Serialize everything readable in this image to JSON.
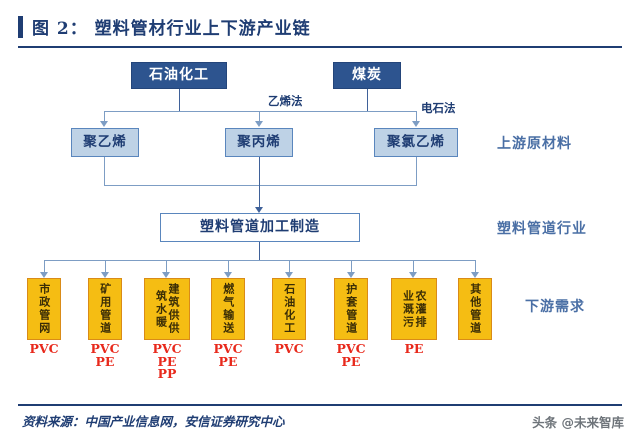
{
  "header": {
    "title": "图 2： 塑料管材行业上下游产业链"
  },
  "footer": {
    "source": "资料来源：中国产业信息网，安信证券研究中心",
    "watermark": "头条 @未来智库"
  },
  "side_labels": {
    "upstream": "上游原材料",
    "industry": "塑料管道行业",
    "downstream": "下游需求"
  },
  "edge_labels": {
    "ethylene": "乙烯法",
    "carbide": "电石法"
  },
  "tier_raw": [
    {
      "label": "石油化工"
    },
    {
      "label": "煤炭"
    }
  ],
  "tier_polymer": [
    {
      "label": "聚乙烯"
    },
    {
      "label": "聚丙烯"
    },
    {
      "label": "聚氯乙烯"
    }
  ],
  "tier_process": {
    "label": "塑料管道加工制造"
  },
  "tier_demand": [
    {
      "columns": [
        "市政管网"
      ],
      "materials": "PVC"
    },
    {
      "columns": [
        "矿用管道"
      ],
      "materials": "PVC\nPE"
    },
    {
      "columns": [
        "建筑供供",
        "筑水暖"
      ],
      "materials": "PVC\nPE\nPP"
    },
    {
      "columns": [
        "燃气输送"
      ],
      "materials": "PVC\nPE"
    },
    {
      "columns": [
        "石油化工"
      ],
      "materials": "PVC"
    },
    {
      "columns": [
        "护套管道"
      ],
      "materials": "PVC\nPE"
    },
    {
      "columns": [
        "农灌排",
        "业溉污"
      ],
      "materials": "PE"
    },
    {
      "columns": [
        "其他管道"
      ],
      "materials": ""
    }
  ],
  "colors": {
    "brand_blue": "#1f3d73",
    "node_dark": "#2d548f",
    "node_light": "#bed2e6",
    "node_gold": "#f5bd13",
    "material_red": "#e8291c",
    "connector": "#7d9dc4"
  }
}
